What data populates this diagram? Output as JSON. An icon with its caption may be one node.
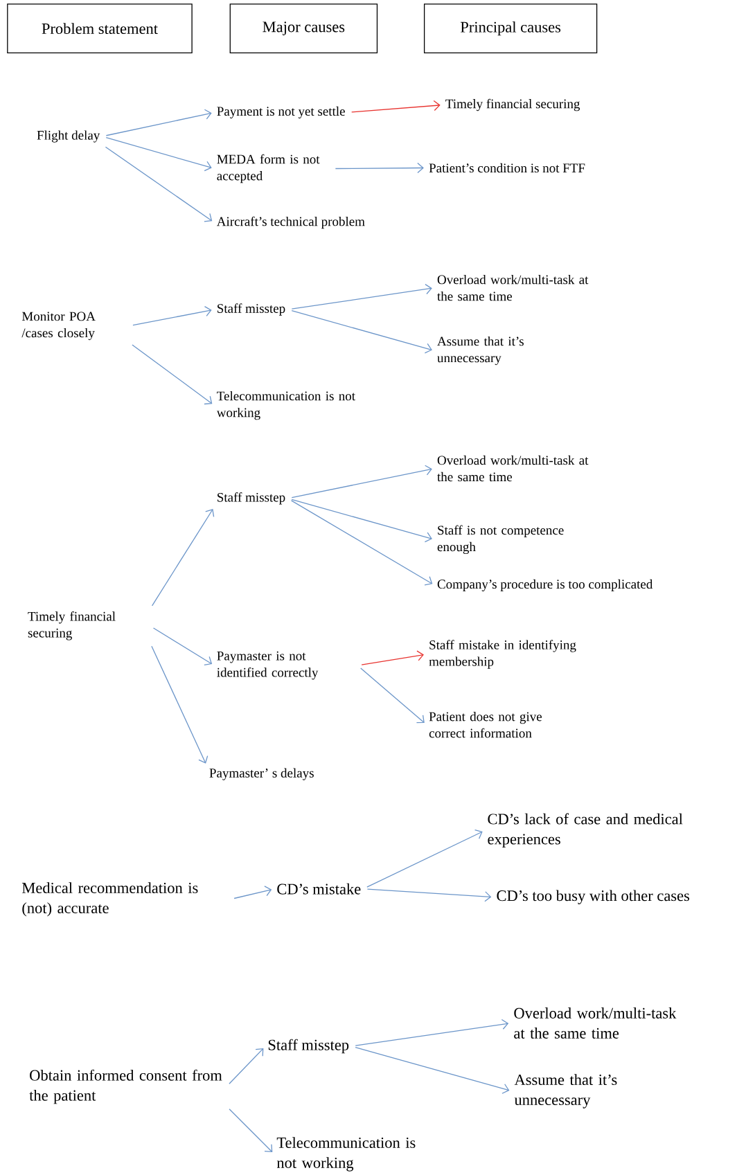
{
  "diagram": {
    "nodes": [
      {
        "text": [
          "Problem statement"
        ]
      },
      {
        "text": [
          "Major causes"
        ]
      },
      {
        "text": [
          "Principal causes"
        ]
      },
      {
        "text": [
          "Flight delay"
        ]
      },
      {
        "text": [
          "Payment is not yet settle"
        ]
      },
      {
        "text": [
          "Timely financial securing"
        ]
      },
      {
        "text": [
          "MEDA form is not accepted"
        ]
      },
      {
        "text": [
          "Patient’s condition is not FTF"
        ]
      },
      {
        "text": [
          "Aircraft’s technical problem"
        ]
      },
      {
        "text": [
          "Monitor POA /cases closely"
        ]
      },
      {
        "text": [
          "Staff misstep"
        ]
      },
      {
        "text": [
          "Overload work/multi-task at the same time"
        ]
      },
      {
        "text": [
          "Assume that it’s unnecessary"
        ]
      },
      {
        "text": [
          "Telecommunication is not working"
        ]
      },
      {
        "text": [
          "Timely financial securing"
        ]
      },
      {
        "text": [
          "Staff misstep"
        ]
      },
      {
        "text": [
          "Overload work/multi-task at the same time"
        ]
      },
      {
        "text": [
          "Staff is not competence enough"
        ]
      },
      {
        "text": [
          "Company’s procedure is too complicated"
        ]
      },
      {
        "text": [
          "Paymaster is not identified correctly"
        ]
      },
      {
        "text": [
          "Staff mistake in identifying membership"
        ]
      },
      {
        "text": [
          "Patient does not give correct information"
        ]
      },
      {
        "text": [
          "Paymaster’ s delays"
        ]
      },
      {
        "text": [
          "Medical recommendation is (not) accurate"
        ]
      },
      {
        "text": [
          "CD’s mistake"
        ]
      },
      {
        "text": [
          "CD’s lack of case and medical experiences"
        ]
      },
      {
        "text": [
          "CD’s too busy with other cases"
        ]
      },
      {
        "text": [
          "Obtain informed consent from the patient"
        ]
      },
      {
        "text": [
          "Staff misstep"
        ]
      },
      {
        "text": [
          "Overload work/multi-task at the same time"
        ]
      },
      {
        "text": [
          "Assume that it’s unnecessary"
        ]
      },
      {
        "text": [
          "Telecommunication is not working"
        ]
      }
    ],
    "edges": [
      {
        "from": 3,
        "to": 4,
        "arrow": "to"
      },
      {
        "from": 3,
        "to": 6,
        "arrow": "to"
      },
      {
        "from": 3,
        "to": 8,
        "arrow": "to"
      },
      {
        "from": 4,
        "to": 5,
        "arrow": "to",
        "color": "#e8332f"
      },
      {
        "from": 6,
        "to": 7,
        "arrow": "to"
      },
      {
        "from": 9,
        "to": 10,
        "arrow": "to"
      },
      {
        "from": 9,
        "to": 13,
        "arrow": "to"
      },
      {
        "from": 10,
        "to": 11,
        "arrow": "to"
      },
      {
        "from": 10,
        "to": 12,
        "arrow": "to"
      },
      {
        "from": 14,
        "to": 15,
        "arrow": "to"
      },
      {
        "from": 14,
        "to": 19,
        "arrow": "to"
      },
      {
        "from": 14,
        "to": 22,
        "arrow": "to"
      },
      {
        "from": 15,
        "to": 16,
        "arrow": "to"
      },
      {
        "from": 15,
        "to": 17,
        "arrow": "to"
      },
      {
        "from": 15,
        "to": 18,
        "arrow": "to"
      },
      {
        "from": 19,
        "to": 20,
        "arrow": "to",
        "color": "#e8332f"
      },
      {
        "from": 19,
        "to": 21,
        "arrow": "to"
      },
      {
        "from": 23,
        "to": 24,
        "arrow": "to"
      },
      {
        "from": 24,
        "to": 25,
        "arrow": "to"
      },
      {
        "from": 24,
        "to": 26,
        "arrow": "to"
      },
      {
        "from": 27,
        "to": 28,
        "arrow": "to"
      },
      {
        "from": 27,
        "to": 31,
        "arrow": "to"
      },
      {
        "from": 28,
        "to": 29,
        "arrow": "to"
      },
      {
        "from": 28,
        "to": 30,
        "arrow": "to"
      }
    ]
  }
}
